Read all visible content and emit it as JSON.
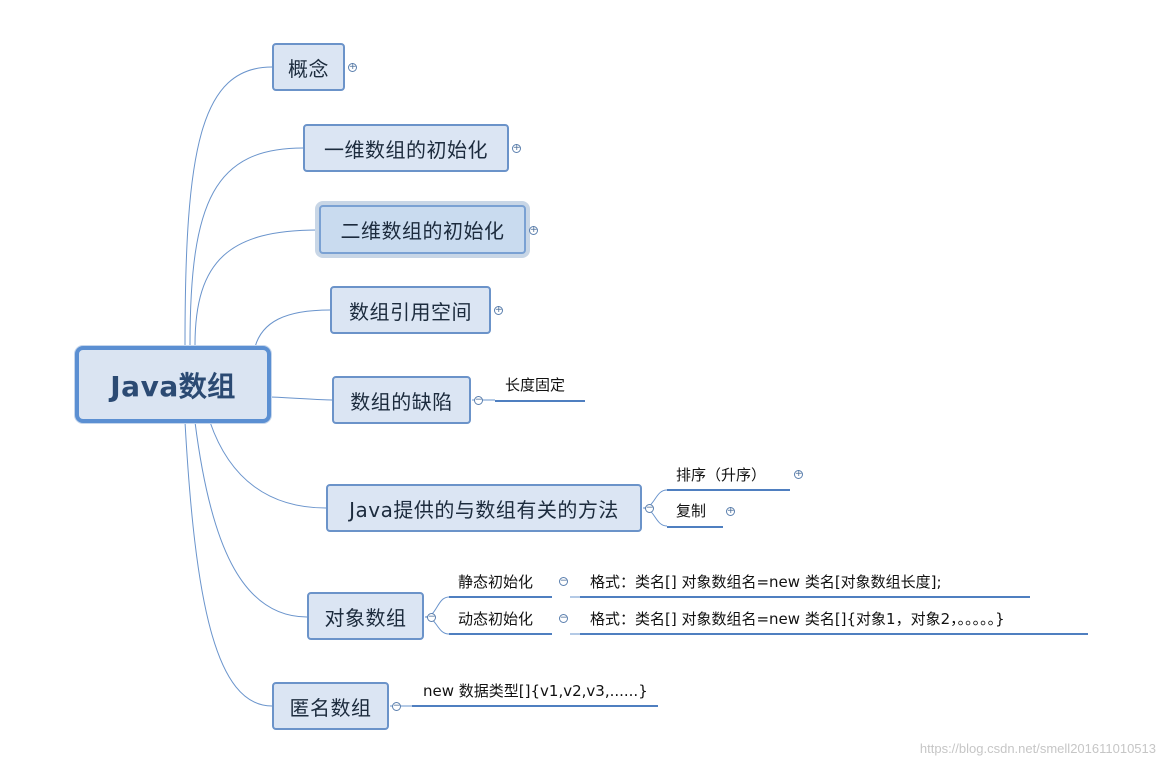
{
  "root": {
    "label": "Java数组"
  },
  "nodes": [
    {
      "label": "概念",
      "toggle": "+"
    },
    {
      "label": "一维数组的初始化",
      "toggle": "+"
    },
    {
      "label": "二维数组的初始化",
      "toggle": "+"
    },
    {
      "label": "数组引用空间",
      "toggle": "+"
    },
    {
      "label": "数组的缺陷",
      "toggle": "−"
    },
    {
      "label": "Java提供的与数组有关的方法",
      "toggle": "−"
    },
    {
      "label": "对象数组",
      "toggle": "−"
    },
    {
      "label": "匿名数组",
      "toggle": "−"
    }
  ],
  "children": {
    "defect_fixed_length": "长度固定",
    "method_sort": "排序（升序）",
    "method_copy": "复制",
    "static_init": "静态初始化",
    "static_format": "格式：类名[]  对象数组名=new 类名[对象数组长度];",
    "dynamic_init": "动态初始化",
    "dynamic_format": "格式：类名[] 对象数组名=new 类名[]{对象1，对象2，。。。。。}",
    "anon_syntax": "new 数据类型[]{v1,v2,v3,......}"
  },
  "toggles": {
    "sort": "+",
    "copy": "+",
    "static": "−",
    "dynamic": "−"
  },
  "colors": {
    "connector": "#6a94cc",
    "underline": "#4f7fc0",
    "node_fill": "#dbe5f3",
    "node_border": "#6b93c9",
    "root_border": "#5b8fd2"
  },
  "watermark": "https://blog.csdn.net/smell201611010513"
}
